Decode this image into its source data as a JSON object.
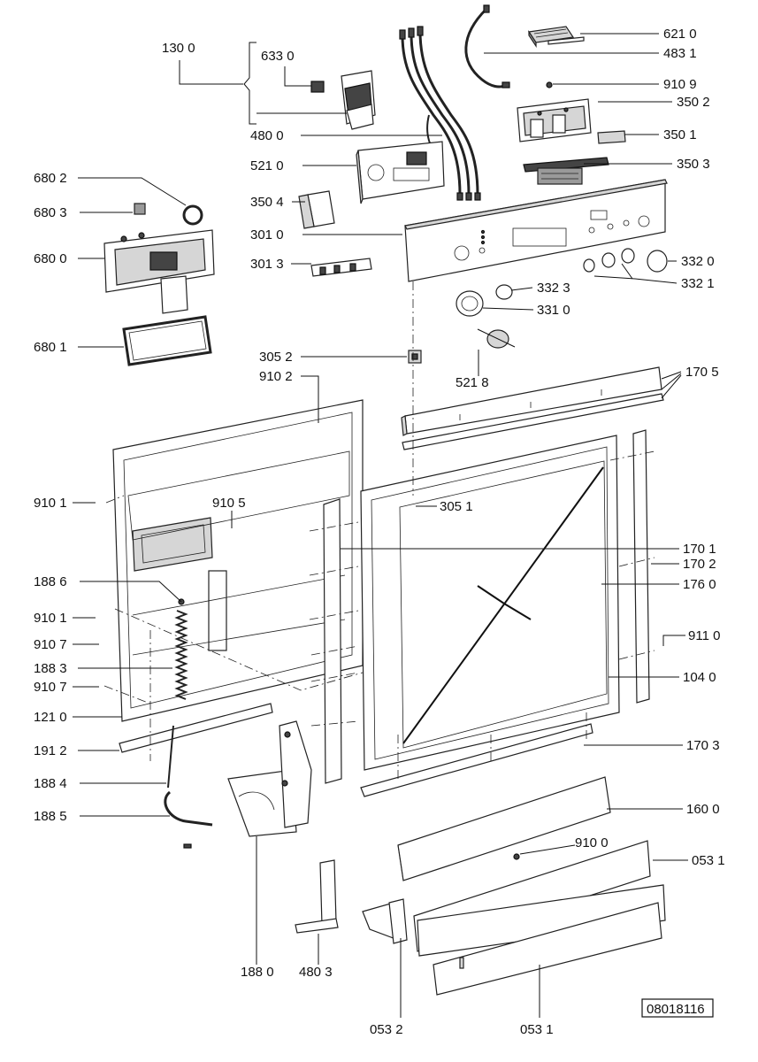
{
  "diagram": {
    "reference": "08018116",
    "parts": {
      "p1300": "130 0",
      "p6330": "633 0",
      "p4800": "480 0",
      "p6210": "621 0",
      "p4831": "483 1",
      "p9109": "910 9",
      "p3502": "350 2",
      "p3501": "350 1",
      "p3503": "350 3",
      "p5210": "521 0",
      "p6802": "680 2",
      "p6803": "680 3",
      "p3504": "350 4",
      "p6800": "680 0",
      "p3010": "301 0",
      "p3013": "301 3",
      "p3320": "332 0",
      "p3321": "332 1",
      "p3323": "332 3",
      "p3310": "331 0",
      "p6801": "680 1",
      "p3052": "305 2",
      "p9102": "910 2",
      "p5218": "521 8",
      "p1705": "170 5",
      "p9101a": "910 1",
      "p9105": "910 5",
      "p3051": "305 1",
      "p1701": "170 1",
      "p1702": "170 2",
      "p1886": "188 6",
      "p1760": "176 0",
      "p9101b": "910 1",
      "p9107a": "910 7",
      "p9110": "911 0",
      "p1883": "188 3",
      "p1040": "104 0",
      "p9107b": "910 7",
      "p1210": "121 0",
      "p1912": "191 2",
      "p1703": "170 3",
      "p1884": "188 4",
      "p1600": "160 0",
      "p1885": "188 5",
      "p9100": "910 0",
      "p0531a": "053 1",
      "p1880": "188 0",
      "p4803": "480 3",
      "p0532": "053 2",
      "p0531b": "053 1"
    }
  }
}
